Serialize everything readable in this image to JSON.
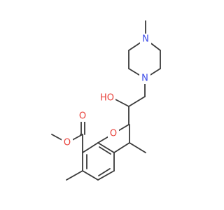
{
  "molecule": {
    "atoms": [
      {
        "id": "o_carbonyl",
        "label": "O",
        "color": "#e8413a"
      },
      {
        "id": "o_ester",
        "label": "O",
        "color": "#e8413a"
      },
      {
        "id": "o_ether",
        "label": "O",
        "color": "#e8413a"
      },
      {
        "id": "oh_group",
        "label": "HO",
        "color": "#e8413a"
      },
      {
        "id": "n_top",
        "label": "N",
        "color": "#3c4be8"
      },
      {
        "id": "n_bottom",
        "label": "N",
        "color": "#3c4be8"
      }
    ],
    "bond_color": "#3a3a3a"
  }
}
